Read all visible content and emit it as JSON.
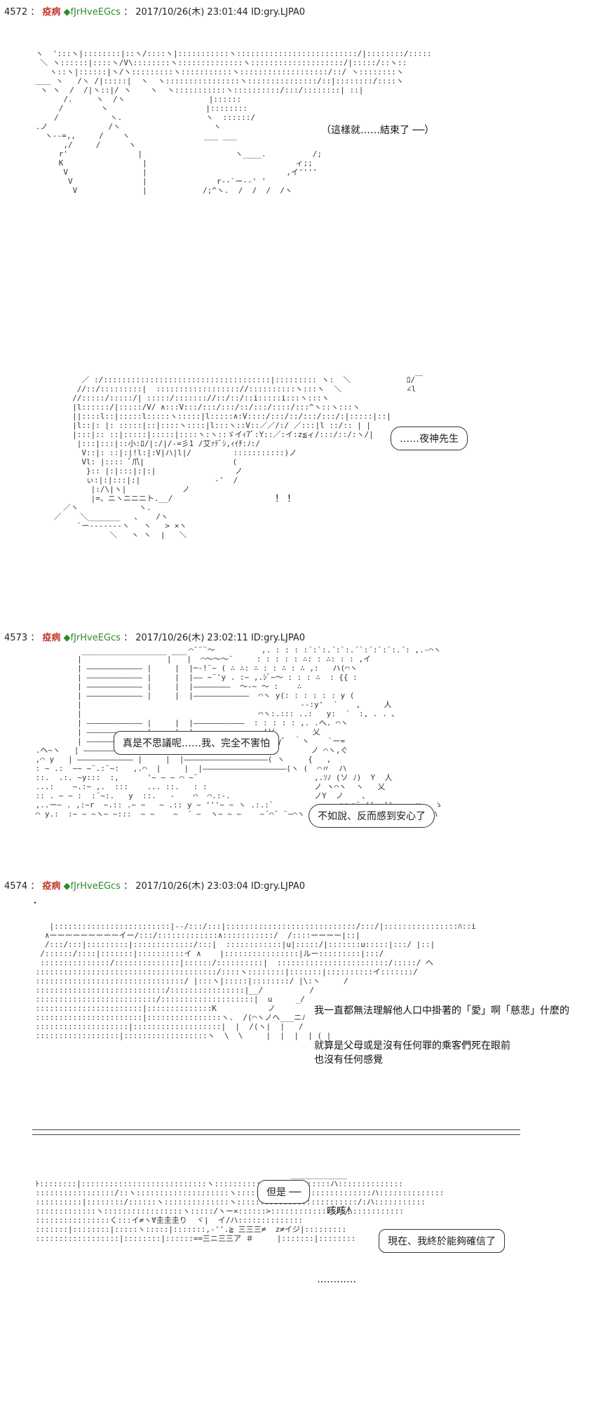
{
  "posts": [
    {
      "number": "4572",
      "name": "疫病",
      "trip": "◆fJrHveEGcs",
      "date": "2017/10/26(木) 23:01:44",
      "id": "ID:gry.LJPA0",
      "dialogues": [
        "（這樣就……結束了 ──）",
        "……夜神先生"
      ],
      "exclaim": "！ ！"
    },
    {
      "number": "4573",
      "name": "疫病",
      "trip": "◆fJrHveEGcs",
      "date": "2017/10/26(木) 23:02:11",
      "id": "ID:gry.LJPA0",
      "dialogues": [
        "真是不思議呢……我、完全不害怕",
        "不如說、反而感到安心了"
      ]
    },
    {
      "number": "4574",
      "name": "疫病",
      "trip": "◆fJrHveEGcs",
      "date": "2017/10/26(木) 23:03:04",
      "id": "ID:gry.LJPA0",
      "dialogues": [
        "我一直都無法理解他人口中掛著的「愛」啊「慈悲」什麼的",
        "就算是父母或是沒有任何罪的乘客們死在眼前",
        "也沒有任何感覺",
        "但是 ──",
        "咳咳！",
        "現在、我終於能夠確信了",
        "…………"
      ]
    }
  ]
}
